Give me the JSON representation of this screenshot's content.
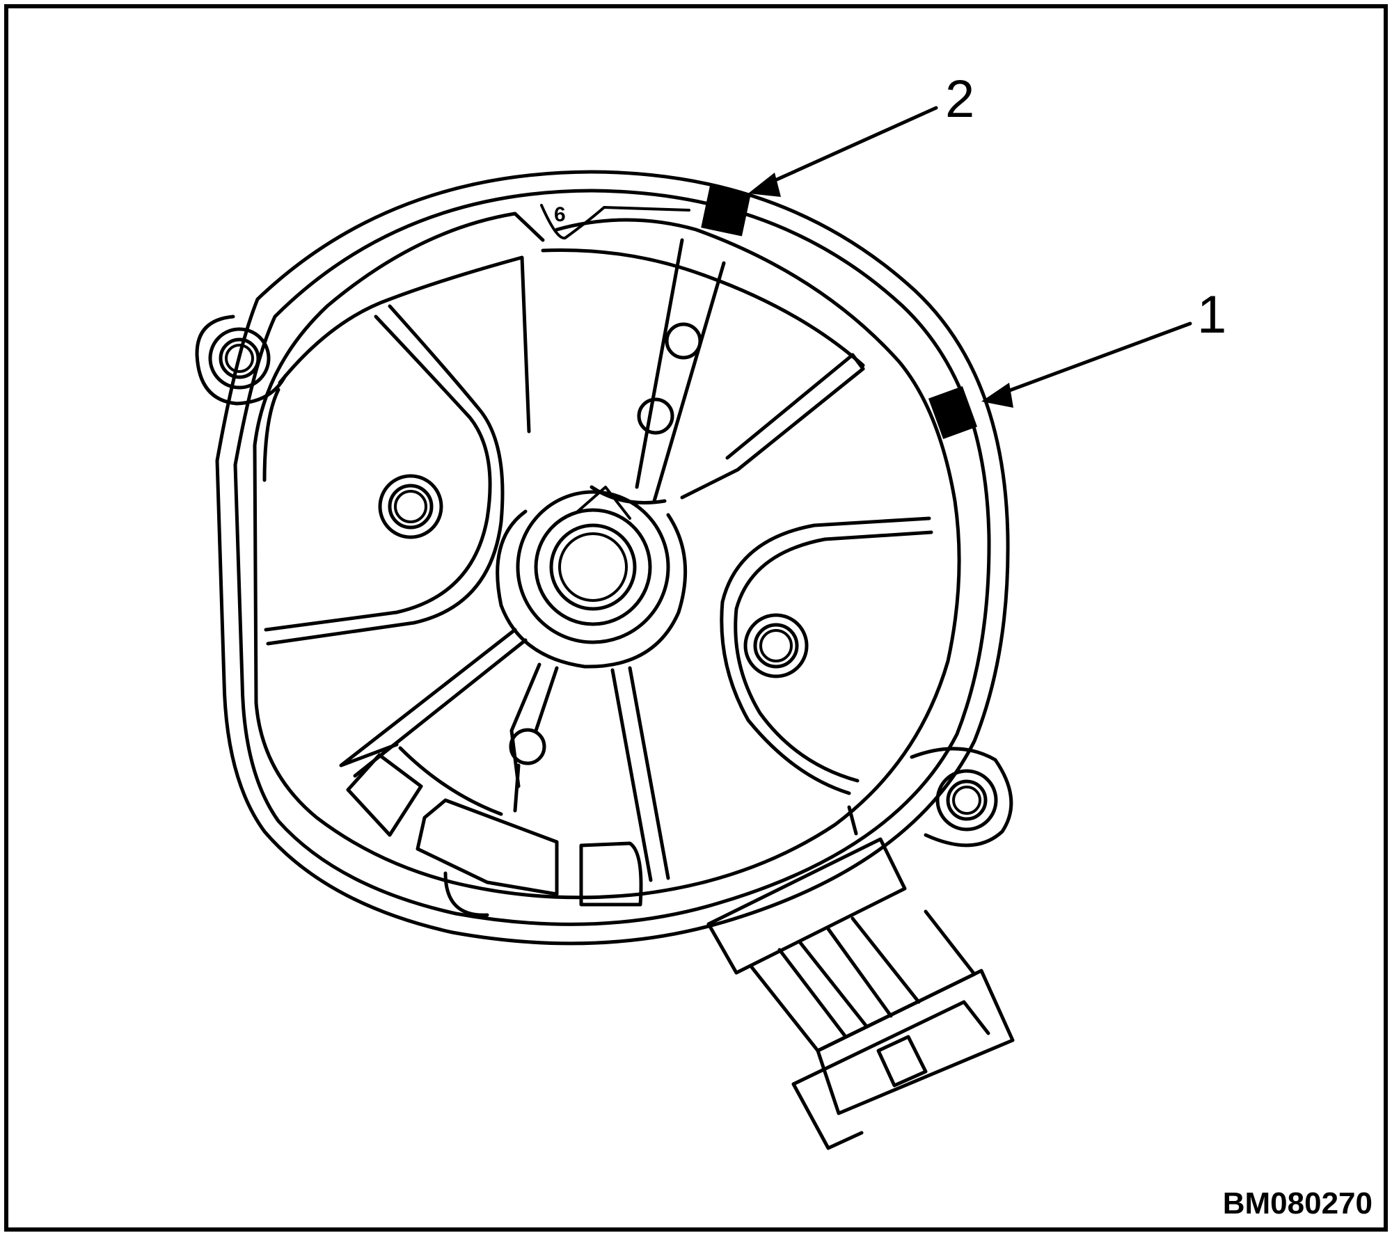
{
  "figure": {
    "code": "BM080270",
    "casting_mark": "6"
  },
  "callouts": [
    {
      "number": "1"
    },
    {
      "number": "2"
    }
  ],
  "colors": {
    "line": "#000000",
    "background": "#ffffff"
  }
}
